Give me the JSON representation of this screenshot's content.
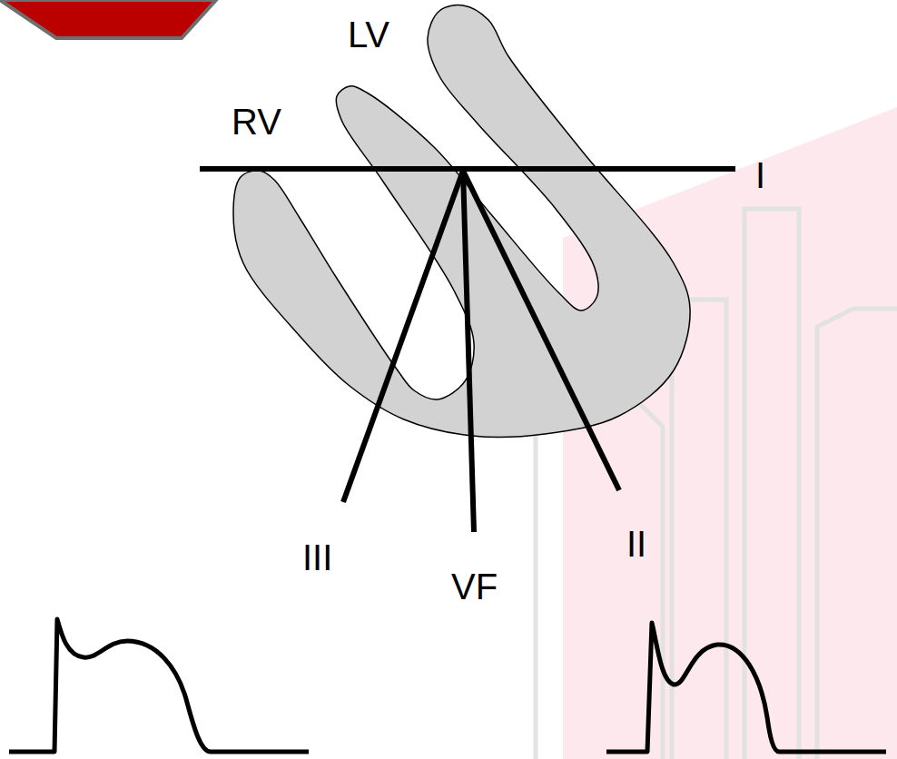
{
  "diagram": {
    "labels": [
      "LV",
      "RV",
      "I",
      "III",
      "VF",
      "II"
    ]
  }
}
